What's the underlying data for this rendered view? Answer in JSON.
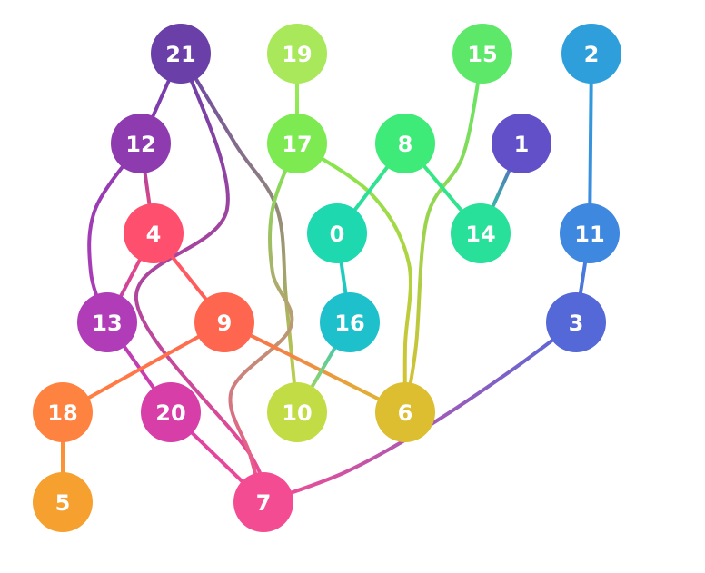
{
  "graph": {
    "nodes": [
      {
        "id": "21",
        "label": "21",
        "color": "#6A3FA8"
      },
      {
        "id": "19",
        "label": "19",
        "color": "#A8E85A"
      },
      {
        "id": "15",
        "label": "15",
        "color": "#5EE86A"
      },
      {
        "id": "2",
        "label": "2",
        "color": "#2E9FDB"
      },
      {
        "id": "12",
        "label": "12",
        "color": "#8E3BB0"
      },
      {
        "id": "17",
        "label": "17",
        "color": "#7EEA52"
      },
      {
        "id": "8",
        "label": "8",
        "color": "#3EEA78"
      },
      {
        "id": "1",
        "label": "1",
        "color": "#6150C8"
      },
      {
        "id": "4",
        "label": "4",
        "color": "#FF4F6E"
      },
      {
        "id": "0",
        "label": "0",
        "color": "#1ED8B0"
      },
      {
        "id": "14",
        "label": "14",
        "color": "#28E09A"
      },
      {
        "id": "11",
        "label": "11",
        "color": "#3E88E0"
      },
      {
        "id": "13",
        "label": "13",
        "color": "#B03CB8"
      },
      {
        "id": "9",
        "label": "9",
        "color": "#FF6650"
      },
      {
        "id": "16",
        "label": "16",
        "color": "#1EC0CC"
      },
      {
        "id": "3",
        "label": "3",
        "color": "#5568D8"
      },
      {
        "id": "18",
        "label": "18",
        "color": "#FF8340"
      },
      {
        "id": "20",
        "label": "20",
        "color": "#D83EA8"
      },
      {
        "id": "10",
        "label": "10",
        "color": "#C2DC46"
      },
      {
        "id": "6",
        "label": "6",
        "color": "#DCBE30"
      },
      {
        "id": "5",
        "label": "5",
        "color": "#F6A030"
      },
      {
        "id": "7",
        "label": "7",
        "color": "#F44C92"
      }
    ],
    "edges": [
      {
        "source": "21",
        "target": "12"
      },
      {
        "source": "21",
        "target": "7"
      },
      {
        "source": "21",
        "target": "10"
      },
      {
        "source": "19",
        "target": "17"
      },
      {
        "source": "15",
        "target": "6"
      },
      {
        "source": "2",
        "target": "11"
      },
      {
        "source": "12",
        "target": "4"
      },
      {
        "source": "12",
        "target": "13"
      },
      {
        "source": "17",
        "target": "7"
      },
      {
        "source": "17",
        "target": "6"
      },
      {
        "source": "8",
        "target": "0"
      },
      {
        "source": "8",
        "target": "14"
      },
      {
        "source": "1",
        "target": "14"
      },
      {
        "source": "4",
        "target": "13"
      },
      {
        "source": "4",
        "target": "9"
      },
      {
        "source": "0",
        "target": "16"
      },
      {
        "source": "11",
        "target": "3"
      },
      {
        "source": "13",
        "target": "20"
      },
      {
        "source": "9",
        "target": "18"
      },
      {
        "source": "9",
        "target": "6"
      },
      {
        "source": "16",
        "target": "10"
      },
      {
        "source": "3",
        "target": "7"
      },
      {
        "source": "18",
        "target": "5"
      },
      {
        "source": "20",
        "target": "7"
      }
    ]
  }
}
